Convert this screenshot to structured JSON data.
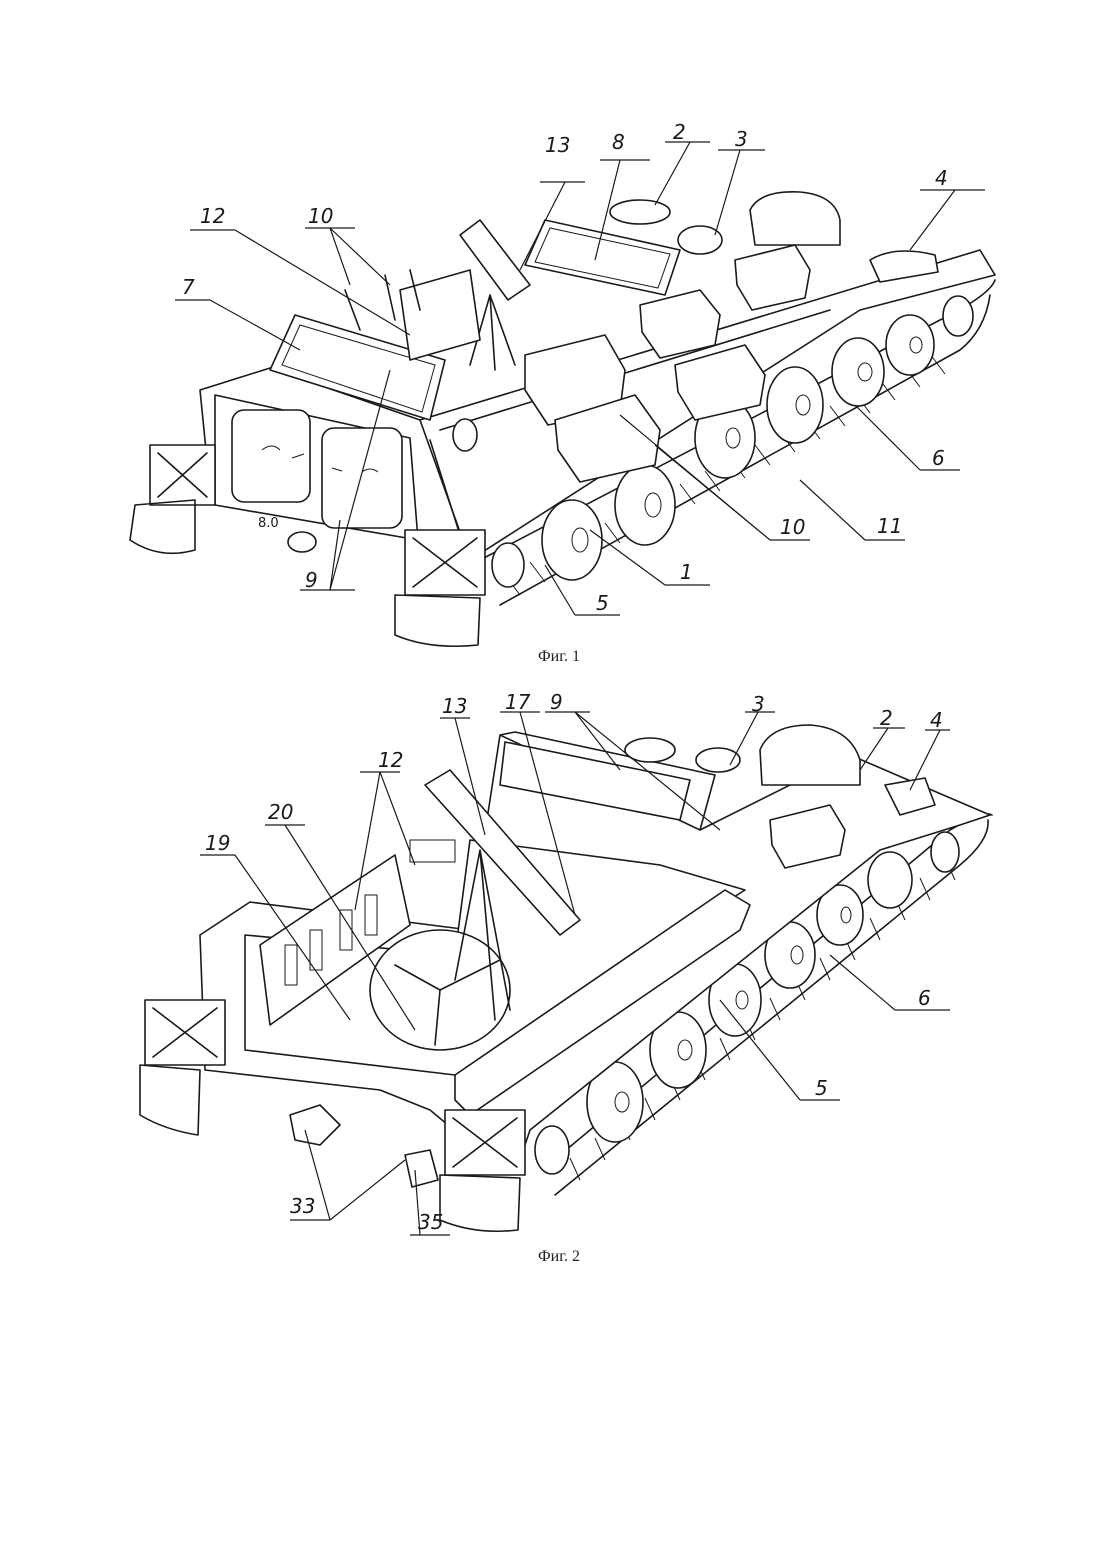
{
  "figures": [
    {
      "caption": "Фиг. 1",
      "callouts": [
        "1",
        "2",
        "3",
        "4",
        "5",
        "6",
        "7",
        "8",
        "9",
        "10",
        "10",
        "11",
        "12",
        "13"
      ]
    },
    {
      "caption": "Фиг. 2",
      "callouts": [
        "2",
        "3",
        "4",
        "5",
        "6",
        "9",
        "12",
        "13",
        "17",
        "19",
        "20",
        "33",
        "35"
      ]
    }
  ],
  "hull_inscription": "8.0"
}
